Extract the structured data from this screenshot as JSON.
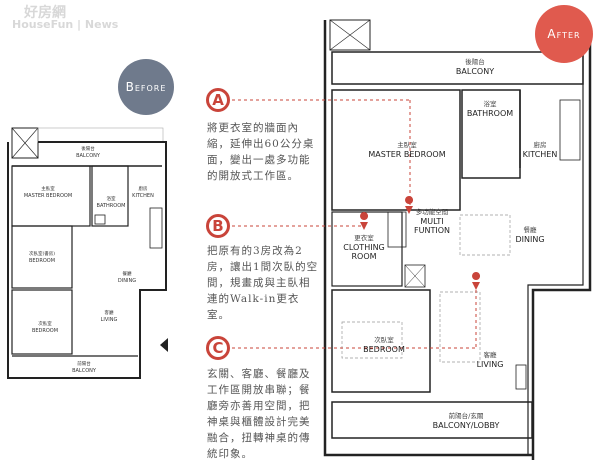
{
  "watermark": {
    "zh": "好房網",
    "en": "HouseFun | News"
  },
  "before": {
    "badge": "Before",
    "rooms": [
      {
        "zh": "後陽台",
        "en": "BALCONY"
      },
      {
        "zh": "主臥室",
        "en": "MASTER BEDROOM"
      },
      {
        "zh": "浴室",
        "en": "BATHROOM"
      },
      {
        "zh": "廚房",
        "en": "KITCHEN"
      },
      {
        "zh": "次臥室(書房)",
        "en": "BEDROOM"
      },
      {
        "zh": "餐廳",
        "en": "DINING"
      },
      {
        "zh": "客廳",
        "en": "LIVING"
      },
      {
        "zh": "次臥室",
        "en": "BEDROOM"
      },
      {
        "zh": "前陽台",
        "en": "BALCONY"
      }
    ]
  },
  "after": {
    "badge": "After",
    "rooms": [
      {
        "zh": "後陽台",
        "en": "BALCONY"
      },
      {
        "zh": "主臥室",
        "en": "MASTER BEDROOM"
      },
      {
        "zh": "浴室",
        "en": "BATHROOM"
      },
      {
        "zh": "廚房",
        "en": "KITCHEN"
      },
      {
        "zh": "多功能空間",
        "en": "MULTI FUNTION"
      },
      {
        "zh": "更衣室",
        "en": "CLOTHING ROOM"
      },
      {
        "zh": "餐廳",
        "en": "DINING"
      },
      {
        "zh": "次臥室",
        "en": "BEDROOM"
      },
      {
        "zh": "客廳",
        "en": "LIVING"
      },
      {
        "zh": "前陽台/玄關",
        "en": "BALCONY/LOBBY"
      }
    ]
  },
  "notes": [
    {
      "letter": "A",
      "text": "將更衣室的牆面內縮，延伸出60公分桌面，變出一處多功能的開放式工作區。"
    },
    {
      "letter": "B",
      "text": "把原有的3房改為2房，讓出1間次臥的空間，規畫成與主臥相連的Walk-in更衣室。"
    },
    {
      "letter": "C",
      "text": "玄關、客廳、餐廳及工作區開放串聯；餐廳旁亦善用空間，把神桌與櫃體設計完美融合，扭轉神桌的傳統印象。"
    }
  ],
  "colors": {
    "accent": "#c9443a",
    "after_badge": "#e05a4e",
    "before_badge": "#6f7a8c",
    "wall": "#222222"
  }
}
